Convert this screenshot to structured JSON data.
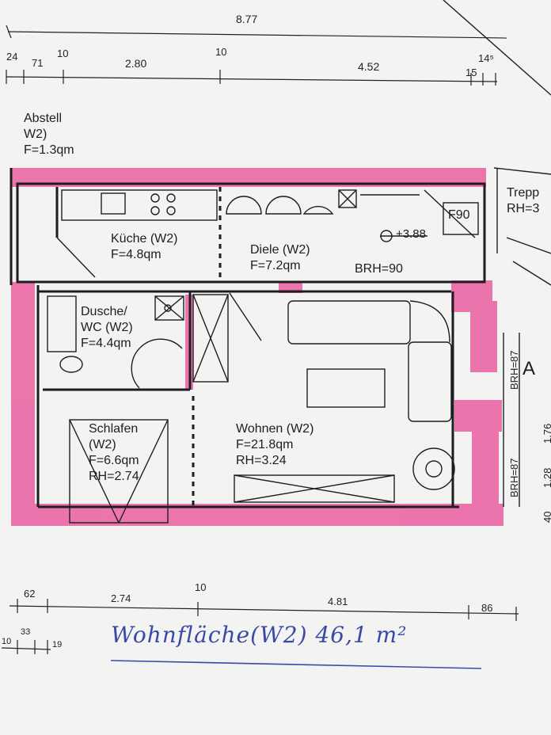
{
  "dimensions": {
    "top_total": "8.77",
    "top": [
      "24",
      "71",
      "10",
      "2.80",
      "10",
      "4.52",
      "15",
      "14⁵"
    ],
    "bottom": [
      "62",
      "2.74",
      "10",
      "4.81",
      "86"
    ],
    "bottom_small": [
      "10",
      "33",
      "19"
    ]
  },
  "rooms": {
    "abstell": {
      "name": "Abstell",
      "unit": "W2)",
      "area": "F=1.3qm"
    },
    "kueche": {
      "name": "Küche  (W2)",
      "area": "F=4.8qm"
    },
    "diele": {
      "name": "Diele  (W2)",
      "area": "F=7.2qm",
      "elevation": "+3.88",
      "brh": "BRH=90"
    },
    "dusche": {
      "name": "Dusche/",
      "name2": "WC  (W2)",
      "area": "F=4.4qm"
    },
    "schlafen": {
      "name": "Schlafen",
      "unit": "(W2)",
      "area": "F=6.6qm",
      "height": "RH=2.74"
    },
    "wohnen": {
      "name": "Wohnen  (W2)",
      "area": "F=21.8qm",
      "height": "RH=3.24"
    },
    "treppe": {
      "name": "Trepp",
      "height": "RH=3"
    }
  },
  "labels": {
    "f90": "F90",
    "brh87_a": "BRH=87",
    "brh87_b": "BRH=87",
    "mark_a": "A",
    "side_dims": [
      "1.76",
      "1.28",
      "40"
    ]
  },
  "handwritten_total": "Wohnfläche(W2) 46,1 m²",
  "colors": {
    "highlighter": "#ea5fa0",
    "ink": "#1e1e22",
    "pen": "#3a49a8",
    "paper": "#f3f3f1"
  }
}
